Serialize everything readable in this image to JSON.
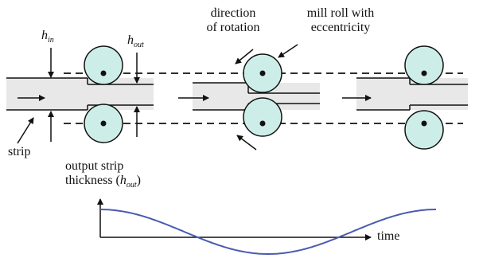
{
  "labels": {
    "h_in_main": "h",
    "h_in_sub": "in",
    "h_out_main": "h",
    "h_out_sub": "out",
    "direction_line1": "direction",
    "direction_line2": "of rotation",
    "mill_roll_line1": "mill roll with",
    "mill_roll_line2": "eccentricity",
    "strip": "strip",
    "output_line1": "output strip",
    "output_line2_prefix": "thickness (",
    "output_line2_h": "h",
    "output_line2_sub": "out",
    "output_line2_suffix": ")",
    "time": "time"
  },
  "colors": {
    "roll_fill": "#cdeee8",
    "strip_fill": "#e8e8e8",
    "curve": "#4a5bb0",
    "line": "#111111"
  },
  "chart_data": {
    "type": "line",
    "title": "",
    "xlabel": "time",
    "ylabel": "output strip thickness (h_out)",
    "grid": false,
    "series": [
      {
        "shape": "cosine",
        "cycles": 1,
        "values": [
          1,
          0.5,
          0,
          -0.5,
          -1,
          -0.5,
          0,
          0.5,
          1
        ]
      }
    ]
  }
}
